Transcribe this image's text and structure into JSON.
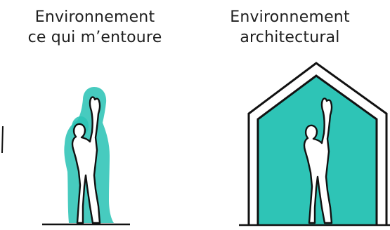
{
  "left_panel": {
    "caption_line1": "Environnement",
    "caption_line2": "ce qui m’entoure"
  },
  "right_panel": {
    "caption_line1": "Environnement",
    "caption_line2": "architectural"
  },
  "colors": {
    "teal": "#2ec4b6",
    "ink": "#111111",
    "text": "#1f1f1f"
  }
}
